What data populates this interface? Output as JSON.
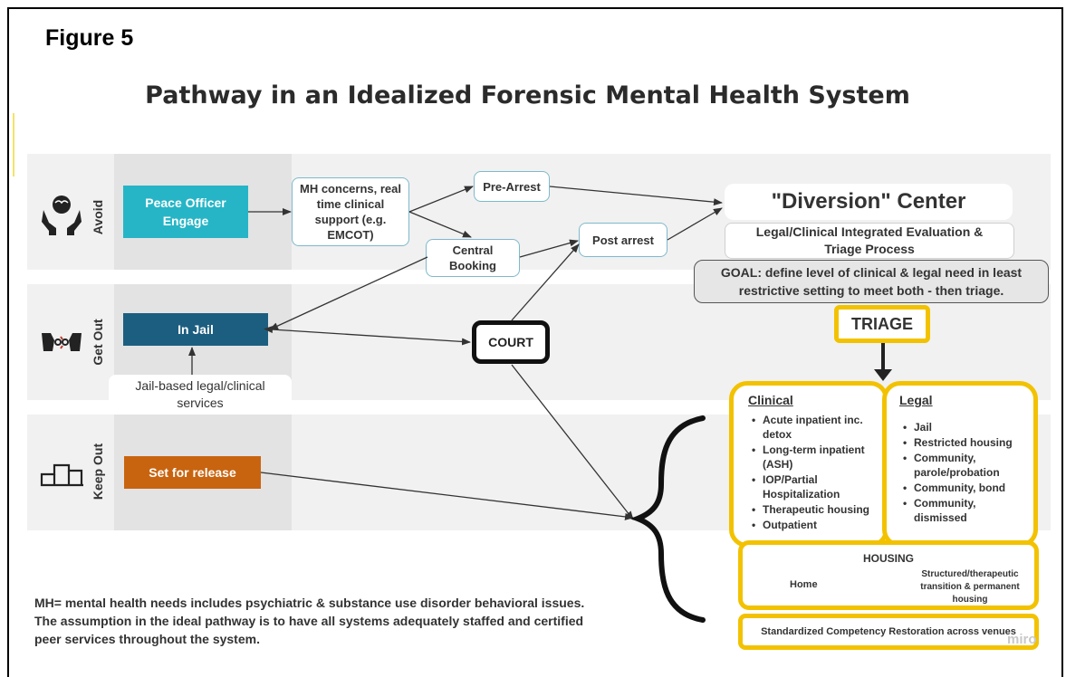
{
  "figure_label": "Figure 5",
  "title": "Pathway in an Idealized Forensic Mental Health System",
  "rows": {
    "avoid": "Avoid",
    "get_out": "Get Out",
    "keep_out": "Keep Out"
  },
  "nodes": {
    "peace_officer": "Peace Officer Engage",
    "mh_concerns": "MH concerns, real time clinical support (e.g. EMCOT)",
    "pre_arrest": "Pre-Arrest",
    "post_arrest": "Post arrest",
    "central_booking": "Central Booking",
    "in_jail": "In Jail",
    "jail_services": "Jail-based legal/clinical services",
    "court": "COURT",
    "set_for_release": "Set for release",
    "diversion_center": "\"Diversion\" Center",
    "evaluation": "Legal/Clinical Integrated Evaluation & Triage Process",
    "goal": "GOAL: define level of clinical & legal need in least restrictive setting to meet both - then triage.",
    "triage": "TRIAGE"
  },
  "clinical": {
    "heading": "Clinical",
    "items": [
      "Acute inpatient inc. detox",
      "Long-term inpatient (ASH)",
      "IOP/Partial Hospitalization",
      "Therapeutic housing",
      "Outpatient"
    ]
  },
  "legal": {
    "heading": "Legal",
    "items": [
      "Jail",
      "Restricted housing",
      "Community, parole/probation",
      "Community, bond",
      "Community, dismissed"
    ]
  },
  "housing": {
    "heading": "HOUSING",
    "home": "Home",
    "structured": "Structured/therapeutic transition & permanent housing"
  },
  "competency": "Standardized Competency Restoration across venues",
  "note": {
    "line1": "MH= mental health needs includes psychiatric & substance use disorder behavioral issues.",
    "line2": "The assumption in the ideal pathway is to have all systems adequately staffed and certified",
    "line3": "peer services throughout the system."
  },
  "watermark": "miro",
  "colors": {
    "peace_officer": "#26b5c6",
    "in_jail": "#1c5e80",
    "set_for_release": "#c8640f",
    "yellow": "#f2c200",
    "goal_bg": "#e6e6e6"
  }
}
